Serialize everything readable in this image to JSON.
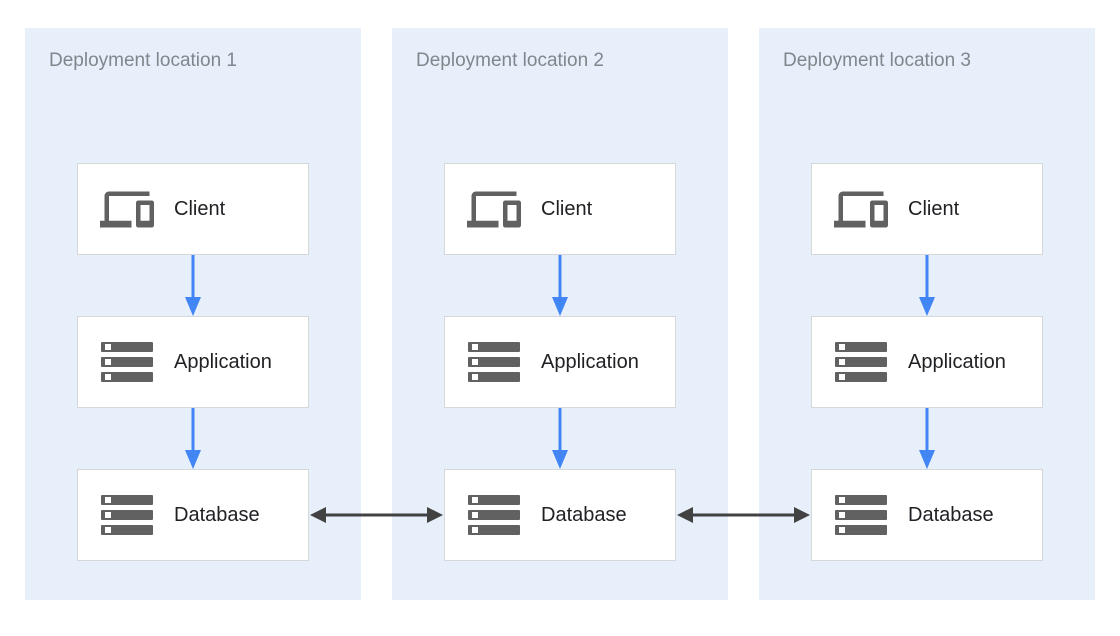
{
  "diagram": {
    "type": "architecture-diagram",
    "panels": [
      {
        "title": "Deployment location 1",
        "nodes": [
          {
            "label": "Client",
            "icon": "devices-icon"
          },
          {
            "label": "Application",
            "icon": "server-stack-icon"
          },
          {
            "label": "Database",
            "icon": "server-stack-icon"
          }
        ]
      },
      {
        "title": "Deployment location 2",
        "nodes": [
          {
            "label": "Client",
            "icon": "devices-icon"
          },
          {
            "label": "Application",
            "icon": "server-stack-icon"
          },
          {
            "label": "Database",
            "icon": "server-stack-icon"
          }
        ]
      },
      {
        "title": "Deployment location 3",
        "nodes": [
          {
            "label": "Client",
            "icon": "devices-icon"
          },
          {
            "label": "Application",
            "icon": "server-stack-icon"
          },
          {
            "label": "Database",
            "icon": "server-stack-icon"
          }
        ]
      }
    ],
    "connections": [
      {
        "from": "Client",
        "to": "Application",
        "within": "each panel",
        "style": "blue-down-arrow"
      },
      {
        "from": "Application",
        "to": "Database",
        "within": "each panel",
        "style": "blue-down-arrow"
      },
      {
        "from": "Database (location 1)",
        "to": "Database (location 2)",
        "style": "dark-double-arrow"
      },
      {
        "from": "Database (location 2)",
        "to": "Database (location 3)",
        "style": "dark-double-arrow"
      }
    ],
    "colors": {
      "page_background": "#ffffff",
      "panel_background": "#e6effa",
      "node_background": "#ffffff",
      "node_border": "#d5d7d8",
      "icon_gray": "#616161",
      "label_text": "#202124",
      "title_text": "#80868b",
      "flow_arrow_blue": "#4285f4",
      "replication_arrow_dark": "#424242"
    }
  }
}
